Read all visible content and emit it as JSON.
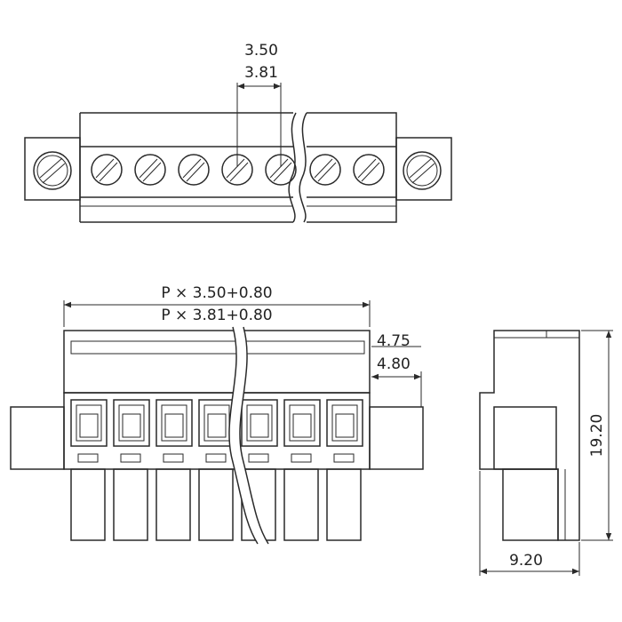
{
  "top_view": {
    "pitch_a": "3.50",
    "pitch_b": "3.81"
  },
  "front_view": {
    "length_a": "P × 3.50+0.80",
    "length_b": "P × 3.81+0.80",
    "flange_a": "4.75",
    "flange_b": "4.80"
  },
  "side_view": {
    "height": "19.20",
    "depth": "9.20"
  }
}
